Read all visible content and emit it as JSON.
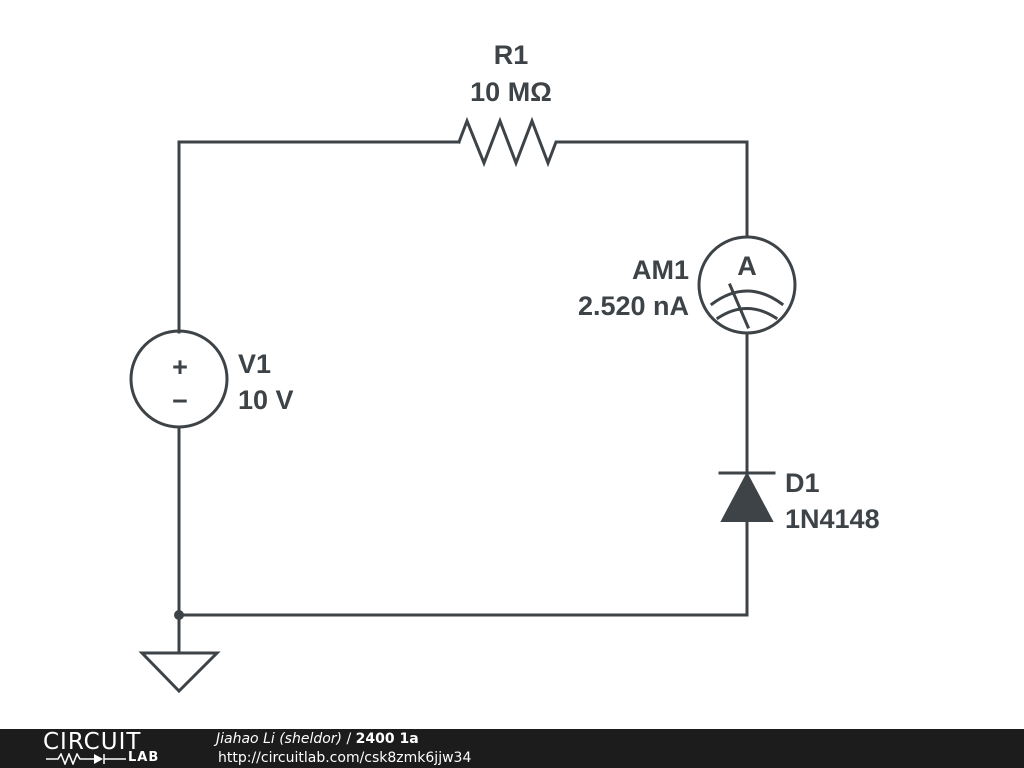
{
  "circuit": {
    "resistor": {
      "ref": "R1",
      "value": "10 MΩ"
    },
    "ammeter": {
      "ref": "AM1",
      "reading": "2.520 nA",
      "symbol": "A"
    },
    "source": {
      "ref": "V1",
      "value": "10 V",
      "plus": "+",
      "minus": "−"
    },
    "diode": {
      "ref": "D1",
      "part": "1N4148"
    },
    "ground": {
      "icon": "ground-icon"
    }
  },
  "colors": {
    "ink": "#3d4347",
    "footer_bg": "#1c1c1c",
    "footer_text": "#ffffff"
  },
  "footer": {
    "logo_top": "CIRCUIT",
    "logo_bottom": "LAB",
    "author": "Jiahao Li (sheldor)",
    "separator": " / ",
    "title": "2400 1a",
    "url": "http://circuitlab.com/csk8zmk6jjw34"
  }
}
